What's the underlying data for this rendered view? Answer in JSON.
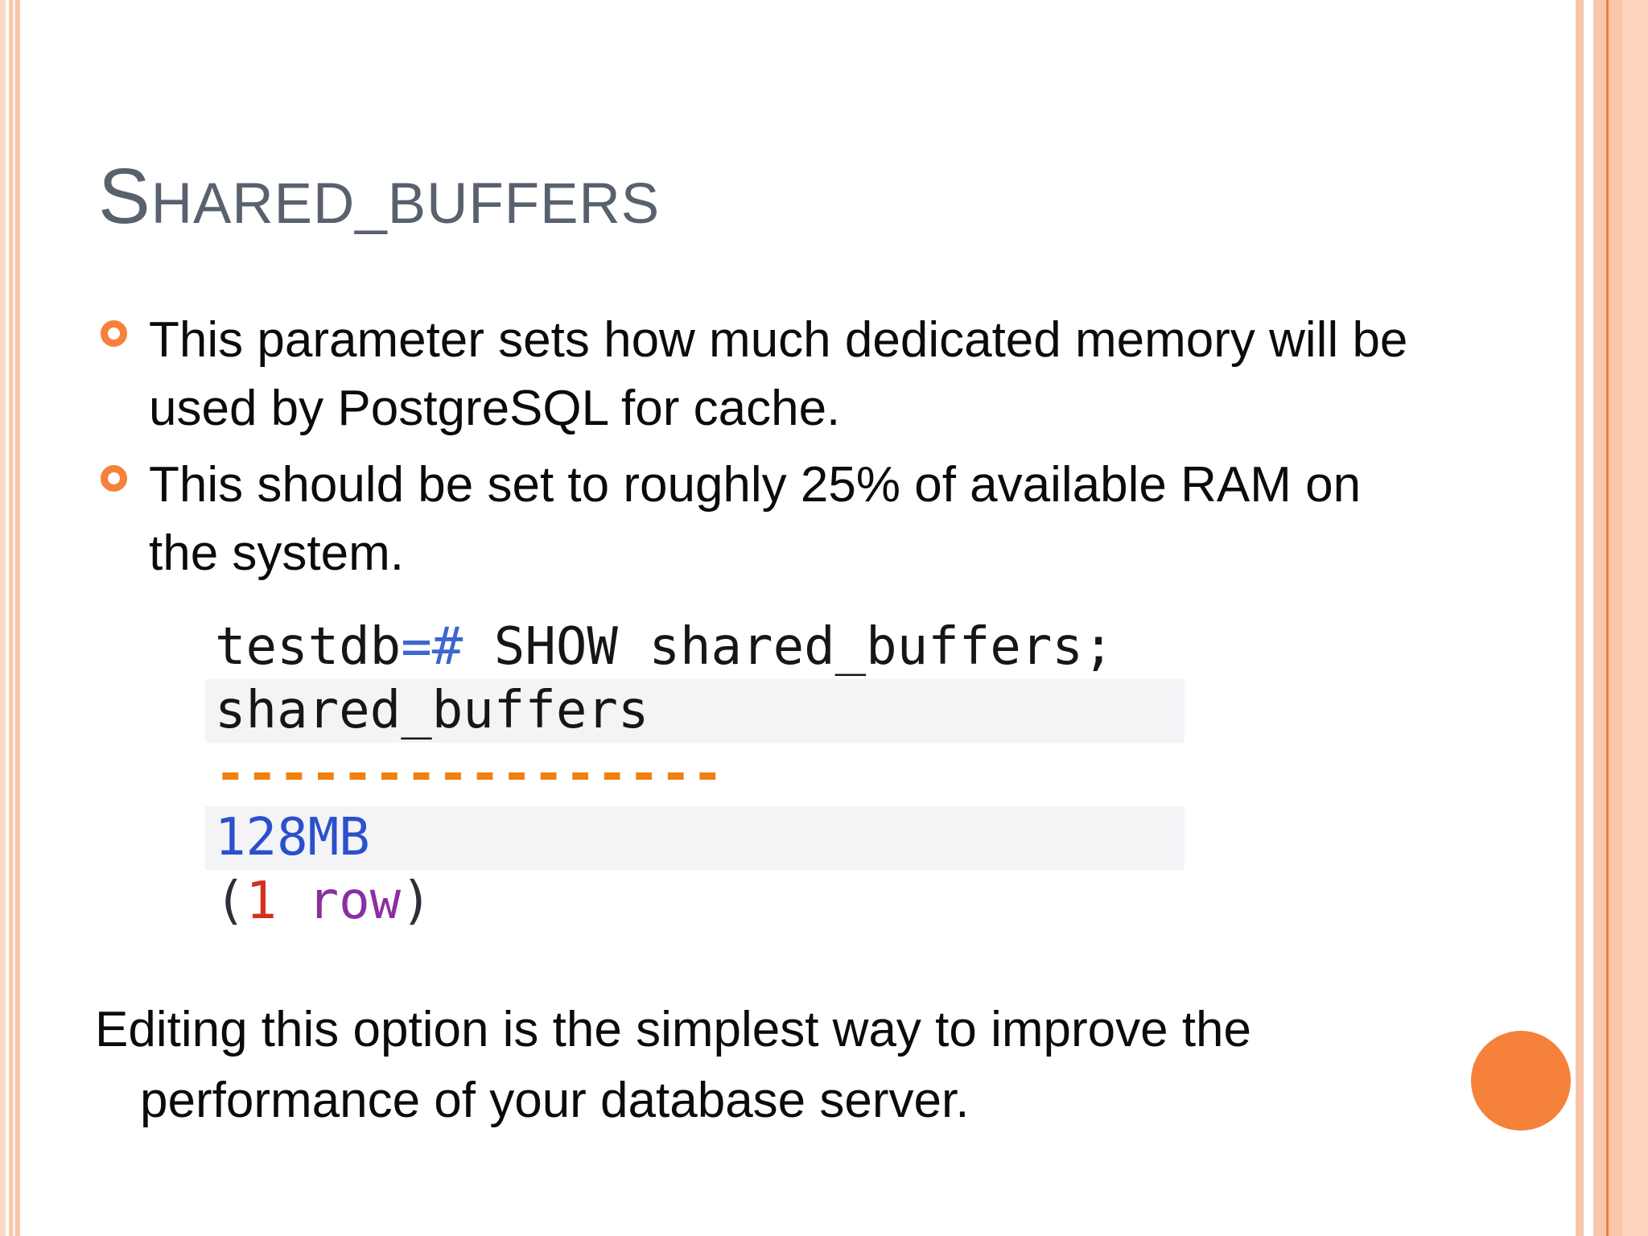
{
  "slide": {
    "title": {
      "initial": "S",
      "rest": "HARED_BUFFERS"
    },
    "bullets": [
      {
        "text": "This parameter sets how much dedicated memory will be used by PostgreSQL for cache."
      },
      {
        "text": "This should be set to roughly 25% of available RAM on the system."
      }
    ],
    "terminal": {
      "prompt_db": "testdb",
      "prompt_symbol": "=#",
      "command": " SHOW shared_buffers;",
      "column_header": "shared_buffers",
      "separator": "----------------",
      "value": "128MB",
      "row_count_open": "(",
      "row_count_number": "1",
      "row_count_word": " row",
      "row_count_close": ")"
    },
    "footer": "Editing this option is the simplest way to improve the performance of your database server."
  },
  "colors": {
    "accent_orange": "#F5813B",
    "title_gray": "#59616E",
    "text_black": "#0B0B0B",
    "code_blue": "#3D66CE",
    "value_blue": "#2A50CC",
    "num_red": "#D4301E",
    "word_purple": "#8B2FA0",
    "band_gray": "#F4F4F7",
    "sep_orange": "#F08010",
    "peach": "#FAC5AA",
    "peach_light": "#FBD3BE",
    "peach_pale": "#FBDACA",
    "orange_line": "#E8842F"
  }
}
